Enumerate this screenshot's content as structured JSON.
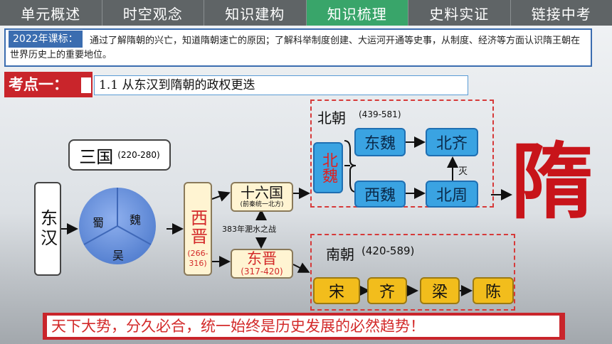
{
  "nav": {
    "tabs": [
      "单元概述",
      "时空观念",
      "知识建构",
      "知识梳理",
      "史料实证",
      "链接中考"
    ],
    "active_index": 3
  },
  "standard": {
    "label": "2022年课标：",
    "text": "通过了解隋朝的兴亡，知道隋朝速亡的原因；了解科举制度创建、大运河开通等史事，从制度、经济等方面认识隋王朝在世界历史上的重要地位。"
  },
  "kaodian": {
    "label": "考点一：",
    "title": "1.1  从东汉到隋朝的政权更迭"
  },
  "diagram": {
    "donghan": "东汉",
    "sanguo": "三国",
    "sanguo_years": "(220-280)",
    "pie": [
      "蜀",
      "魏",
      "吴"
    ],
    "xijin": "西晋",
    "xijin_years": "(266-316)",
    "shiliuguo": "十六国",
    "shiliuguo_note": "(前秦统一北方)",
    "battle": "383年淝水之战",
    "dongjin": "东晋",
    "dongjin_years": "(317-420)",
    "beichao": "北朝",
    "beichao_years": "(439-581)",
    "beiwei": "北魏",
    "dongwei": "东魏",
    "beiqi": "北齐",
    "xiwei": "西魏",
    "beizhou": "北周",
    "mie": "灭",
    "nanchao": "南朝",
    "nanchao_years": "(420-589)",
    "south_dynasties": [
      "宋",
      "齐",
      "梁",
      "陈"
    ],
    "sui": "隋"
  },
  "conclusion": "天下大势，分久必合，统一始终是历史发展的必然趋势！",
  "colors": {
    "nav_bg": "#5f6466",
    "nav_active": "#39a56a",
    "accent_red": "#c9252b",
    "blue_box": "#3aa3e2",
    "gold_box": "#f2bd1c",
    "pie": "#5b86d6"
  }
}
